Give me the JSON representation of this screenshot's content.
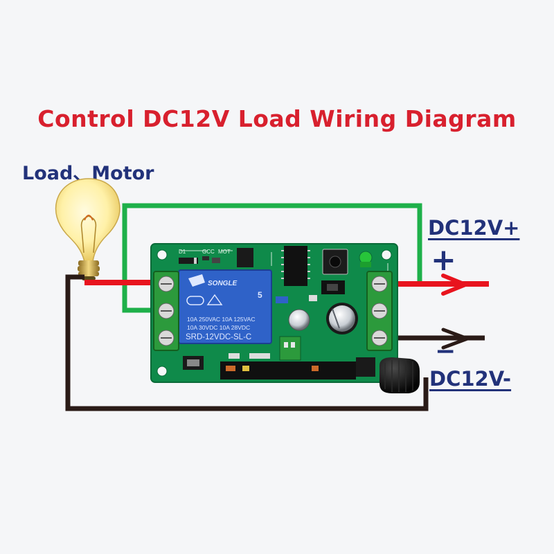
{
  "title": "Control DC12V Load Wiring Diagram",
  "load_label": "Load、Motor",
  "positive": {
    "label": "DC12V+",
    "sign": "+"
  },
  "negative": {
    "label": "DC12V-",
    "sign": "−"
  },
  "relay": {
    "brand": "SONGLE",
    "rating_1": "10A 250VAC  10A 125VAC",
    "rating_2": "10A  30VDC  10A  28VDC",
    "model": "SRD-12VDC-SL-C",
    "pin_mark": "5"
  },
  "colors": {
    "title": "#d8202e",
    "labels": "#22327a",
    "wire_positive": "#e8141e",
    "wire_negative": "#2a1b17",
    "wire_control": "#1eb04a",
    "pcb": "#0f8a4a",
    "relay": "#2f62c8",
    "terminal": "#2c9a3c"
  }
}
